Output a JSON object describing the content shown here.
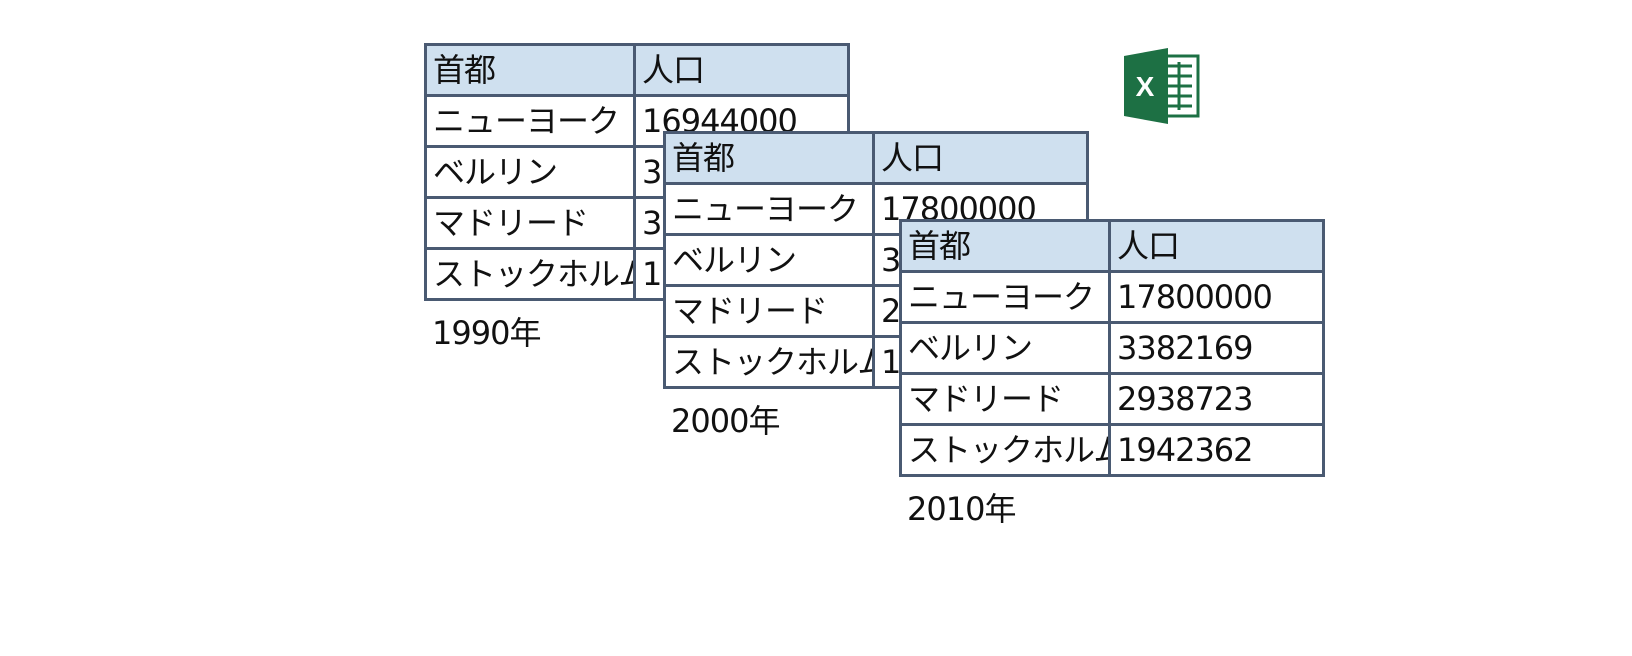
{
  "icon": {
    "name": "excel-icon",
    "letter": "X",
    "brand_color": "#1d7044"
  },
  "colors": {
    "header_fill": "#cfe0ef",
    "border": "#4a5a72"
  },
  "sheets": [
    {
      "year_caption": "1990年",
      "header": {
        "col1": "首都",
        "col2": "人口"
      },
      "rows": [
        {
          "city": "ニューヨーク",
          "population": "16944000"
        },
        {
          "city": "ベルリン",
          "population": "3"
        },
        {
          "city": "マドリード",
          "population": "3"
        },
        {
          "city": "ストックホルム",
          "population": "1"
        }
      ]
    },
    {
      "year_caption": "2000年",
      "header": {
        "col1": "首都",
        "col2": "人口"
      },
      "rows": [
        {
          "city": "ニューヨーク",
          "population": "17800000"
        },
        {
          "city": "ベルリン",
          "population": "3"
        },
        {
          "city": "マドリード",
          "population": "2"
        },
        {
          "city": "ストックホルム",
          "population": "1"
        }
      ]
    },
    {
      "year_caption": "2010年",
      "header": {
        "col1": "首都",
        "col2": "人口"
      },
      "rows": [
        {
          "city": "ニューヨーク",
          "population": "17800000"
        },
        {
          "city": "ベルリン",
          "population": "3382169"
        },
        {
          "city": "マドリード",
          "population": "2938723"
        },
        {
          "city": "ストックホルム",
          "population": "1942362"
        }
      ]
    }
  ]
}
